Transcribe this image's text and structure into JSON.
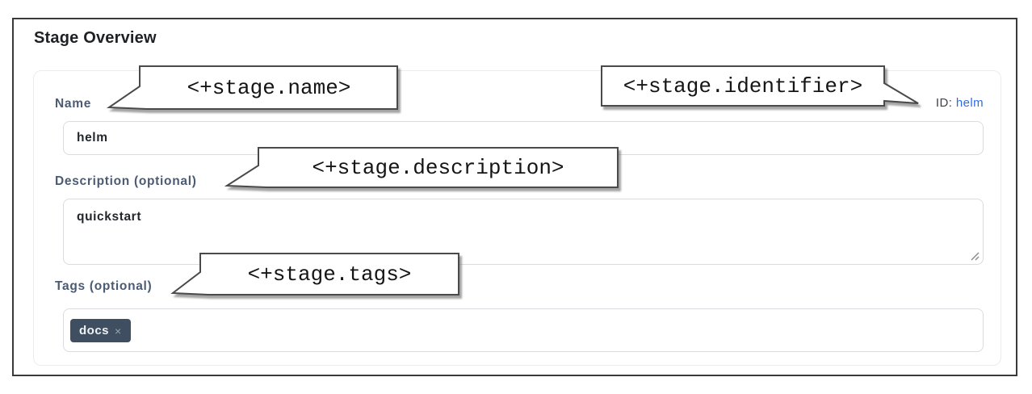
{
  "page": {
    "title": "Stage Overview"
  },
  "form": {
    "name": {
      "label": "Name",
      "value": "helm"
    },
    "identifier": {
      "prefix": "ID:",
      "value": "helm"
    },
    "description": {
      "label": "Description (optional)",
      "value": "quickstart"
    },
    "tags": {
      "label": "Tags (optional)",
      "chips": [
        {
          "text": "docs",
          "remove_glyph": "×"
        }
      ]
    }
  },
  "annotations": {
    "name_expression": "<+stage.name>",
    "identifier_expression": "<+stage.identifier>",
    "description_expression": "<+stage.description>",
    "tags_expression": "<+stage.tags>"
  },
  "colors": {
    "link_blue": "#2d6ce9",
    "label_slate": "#4b5b73",
    "chip_background": "#3f4f61",
    "frame_border": "#3a3a3a"
  }
}
